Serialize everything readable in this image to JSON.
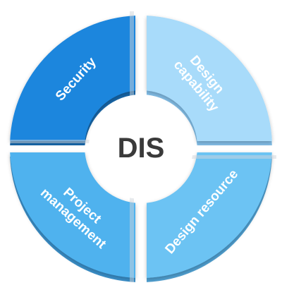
{
  "center": {
    "label": "DIS"
  },
  "segments": {
    "top_left": {
      "lines": [
        "Security"
      ],
      "color": "#1e86dd",
      "shade": "#1766a8"
    },
    "top_right": {
      "lines": [
        "Design",
        "capability"
      ],
      "color": "#a8dbfa",
      "shade": "#82bde6"
    },
    "bottom_left": {
      "lines": [
        "Project",
        "management"
      ],
      "color": "#4fb2ee",
      "shade": "#3a8fc9"
    },
    "bottom_right": {
      "lines": [
        "Design resource"
      ],
      "color": "#6cc3f3",
      "shade": "#4f9fd0"
    }
  }
}
